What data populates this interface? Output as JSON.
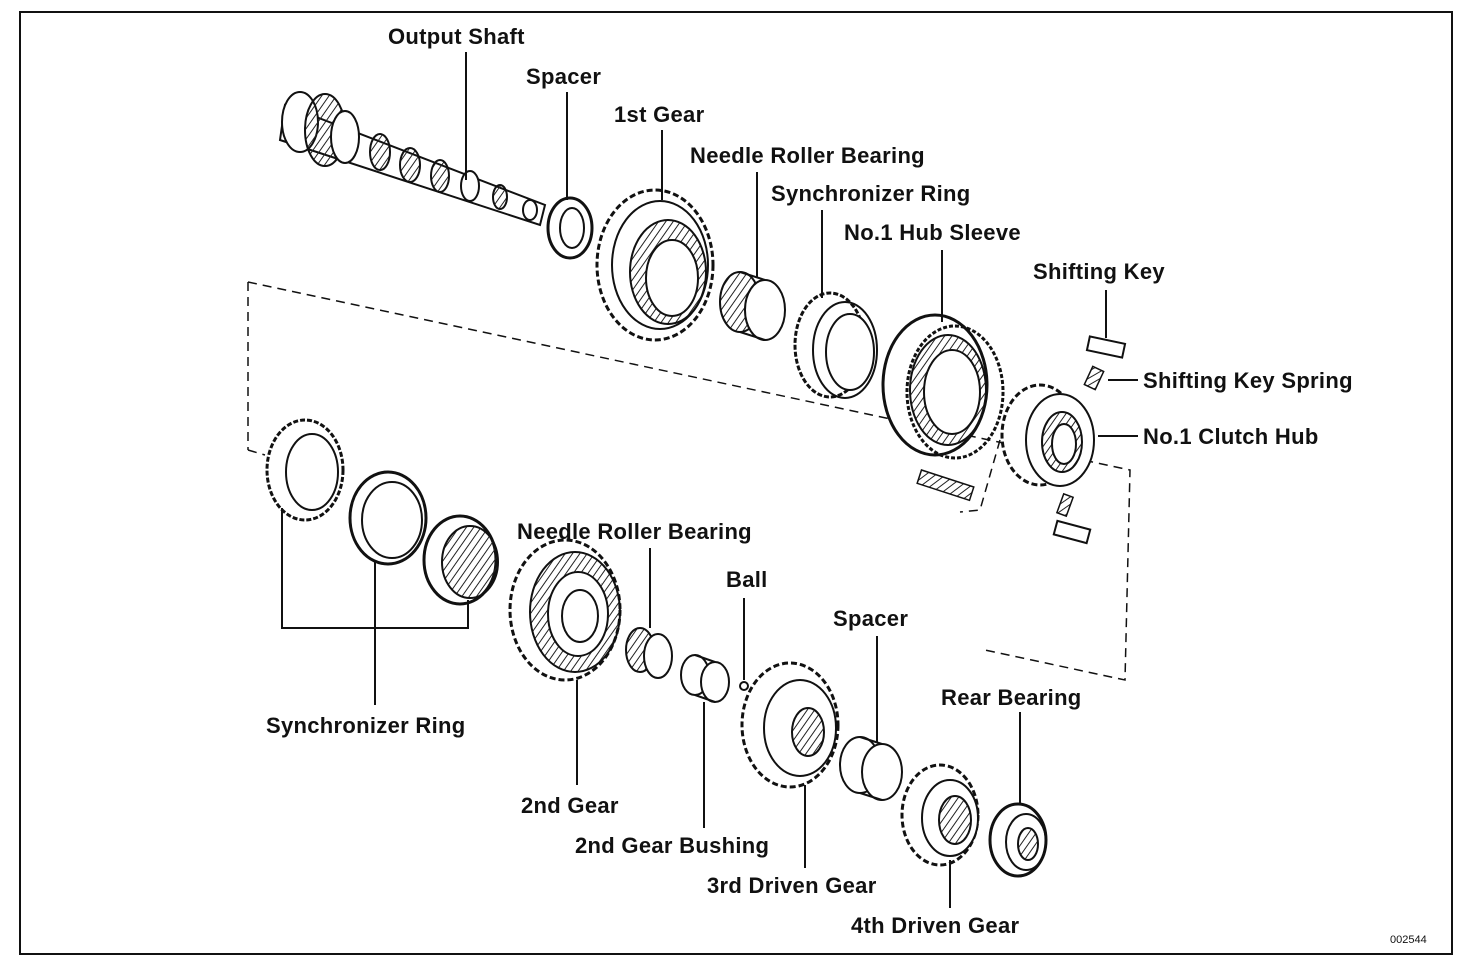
{
  "diagram": {
    "labels": {
      "output_shaft": "Output Shaft",
      "spacer_top": "Spacer",
      "first_gear": "1st Gear",
      "needle_bearing_top": "Needle Roller Bearing",
      "synchro_ring_top": "Synchronizer Ring",
      "hub_sleeve": "No.1 Hub Sleeve",
      "shifting_key": "Shifting Key",
      "shifting_key_spring": "Shifting Key Spring",
      "clutch_hub": "No.1 Clutch Hub",
      "needle_bearing_bottom": "Needle Roller Bearing",
      "ball": "Ball",
      "spacer_bottom": "Spacer",
      "rear_bearing": "Rear Bearing",
      "synchro_ring_bottom": "Synchronizer Ring",
      "second_gear": "2nd Gear",
      "second_gear_bushing": "2nd Gear Bushing",
      "third_driven_gear": "3rd Driven Gear",
      "fourth_driven_gear": "4th Driven Gear"
    },
    "figure_code": "002544"
  }
}
